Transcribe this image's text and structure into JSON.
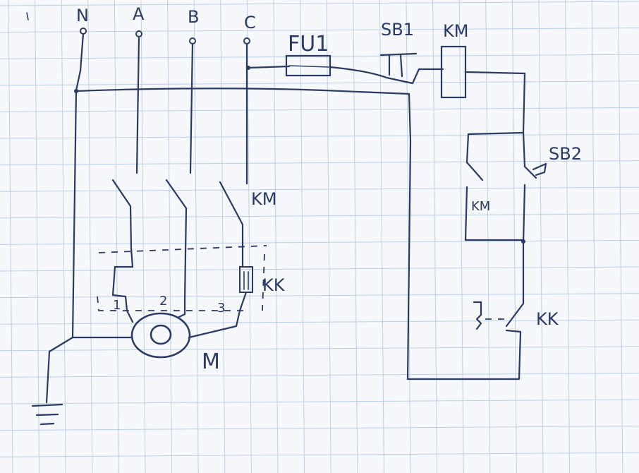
{
  "terminals": {
    "n": "N",
    "a": "A",
    "b": "B",
    "c": "C"
  },
  "fuse": "FU1",
  "stop_button": "SB1",
  "coil": "KM",
  "start_button": "SB2",
  "hold_contact": "KM",
  "main_contacts": "KM",
  "thermal_relay": "KK",
  "thermal_contact": "KK",
  "motor": "M",
  "motor_terminals": [
    "1",
    "2",
    "3"
  ],
  "colors": {
    "ink": "#2b3a63",
    "grid": "#b9cfe6",
    "paper": "#f7f8fb"
  }
}
